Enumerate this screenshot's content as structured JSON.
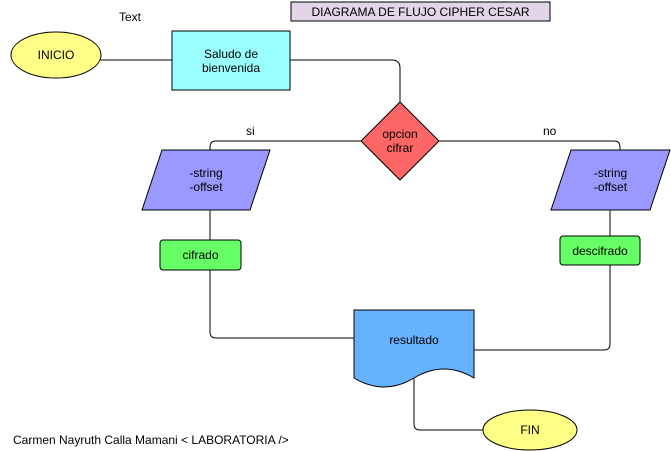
{
  "title": "DIAGRAMA DE FLUJO CIPHER CESAR",
  "stray_text": "Text",
  "footer": "Carmen Nayruth Calla Mamani < LABORATORIA />",
  "nodes": {
    "start": "INICIO",
    "welcome": "Saludo de\nbienvenida",
    "decision": "opcion\ncifrar",
    "input_left": "-string\n-offset",
    "input_right": "-string\n-offset",
    "encrypt": "cifrado",
    "decrypt": "descifrado",
    "result": "resultado",
    "end": "FIN"
  },
  "edges": {
    "yes_label": "si",
    "no_label": "no"
  },
  "colors": {
    "terminal": "#ffff88",
    "process": "#99ffff",
    "decision": "#ff6666",
    "io": "#9999ff",
    "action": "#66ff66",
    "document": "#66b2ff",
    "title_bg": "#e1d5e7",
    "stroke": "#000000"
  }
}
